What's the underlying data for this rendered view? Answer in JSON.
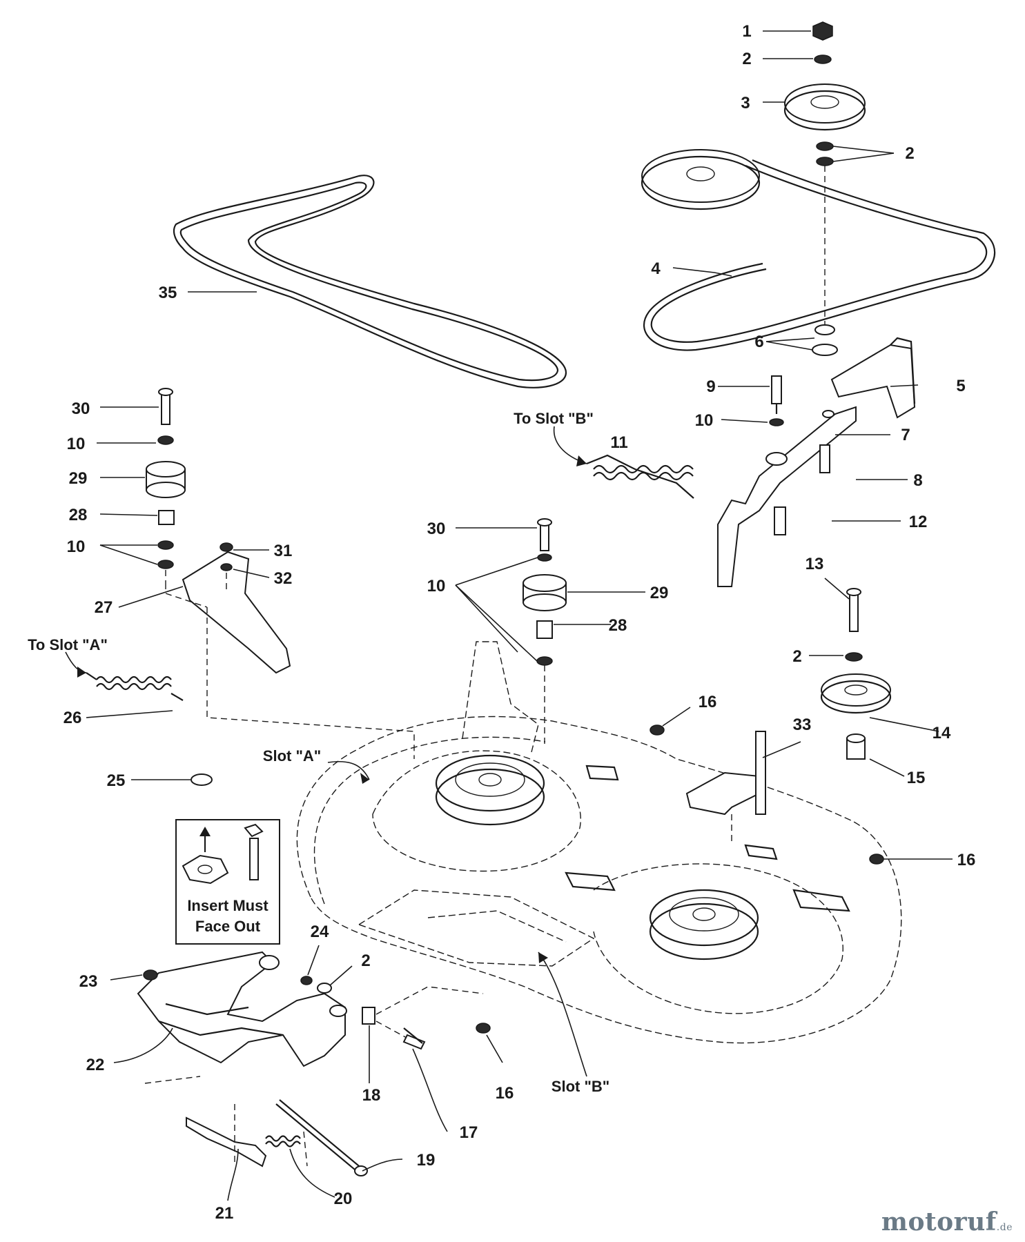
{
  "diagram": {
    "part_labels": [
      {
        "id": "p1",
        "text": "1"
      },
      {
        "id": "p2a",
        "text": "2"
      },
      {
        "id": "p3",
        "text": "3"
      },
      {
        "id": "p2b",
        "text": "2"
      },
      {
        "id": "p4",
        "text": "4"
      },
      {
        "id": "p35",
        "text": "35"
      },
      {
        "id": "p6",
        "text": "6"
      },
      {
        "id": "p5",
        "text": "5"
      },
      {
        "id": "p9",
        "text": "9"
      },
      {
        "id": "p10a",
        "text": "10"
      },
      {
        "id": "p7",
        "text": "7"
      },
      {
        "id": "p8",
        "text": "8"
      },
      {
        "id": "p11",
        "text": "11"
      },
      {
        "id": "p12",
        "text": "12"
      },
      {
        "id": "p30a",
        "text": "30"
      },
      {
        "id": "p10b",
        "text": "10"
      },
      {
        "id": "p29a",
        "text": "29"
      },
      {
        "id": "p28a",
        "text": "28"
      },
      {
        "id": "p10c",
        "text": "10"
      },
      {
        "id": "p31",
        "text": "31"
      },
      {
        "id": "p32",
        "text": "32"
      },
      {
        "id": "p30b",
        "text": "30"
      },
      {
        "id": "p10d",
        "text": "10"
      },
      {
        "id": "p29b",
        "text": "29"
      },
      {
        "id": "p28b",
        "text": "28"
      },
      {
        "id": "p27",
        "text": "27"
      },
      {
        "id": "p26",
        "text": "26"
      },
      {
        "id": "p13",
        "text": "13"
      },
      {
        "id": "p2c",
        "text": "2"
      },
      {
        "id": "p14",
        "text": "14"
      },
      {
        "id": "p16a",
        "text": "16"
      },
      {
        "id": "p33",
        "text": "33"
      },
      {
        "id": "p15",
        "text": "15"
      },
      {
        "id": "p25",
        "text": "25"
      },
      {
        "id": "p16b",
        "text": "16"
      },
      {
        "id": "p24",
        "text": "24"
      },
      {
        "id": "p2d",
        "text": "2"
      },
      {
        "id": "p23",
        "text": "23"
      },
      {
        "id": "p22",
        "text": "22"
      },
      {
        "id": "p18",
        "text": "18"
      },
      {
        "id": "p17",
        "text": "17"
      },
      {
        "id": "p16c",
        "text": "16"
      },
      {
        "id": "p19",
        "text": "19"
      },
      {
        "id": "p21",
        "text": "21"
      },
      {
        "id": "p20",
        "text": "20"
      }
    ],
    "slot_labels": {
      "to_slot_b": "To Slot \"B\"",
      "to_slot_a": "To Slot \"A\"",
      "slot_a": "Slot \"A\"",
      "slot_b": "Slot \"B\""
    },
    "note": {
      "line1": "Insert Must",
      "line2": "Face Out"
    }
  },
  "watermark": {
    "text": "motoruf",
    "suffix": ".de"
  }
}
